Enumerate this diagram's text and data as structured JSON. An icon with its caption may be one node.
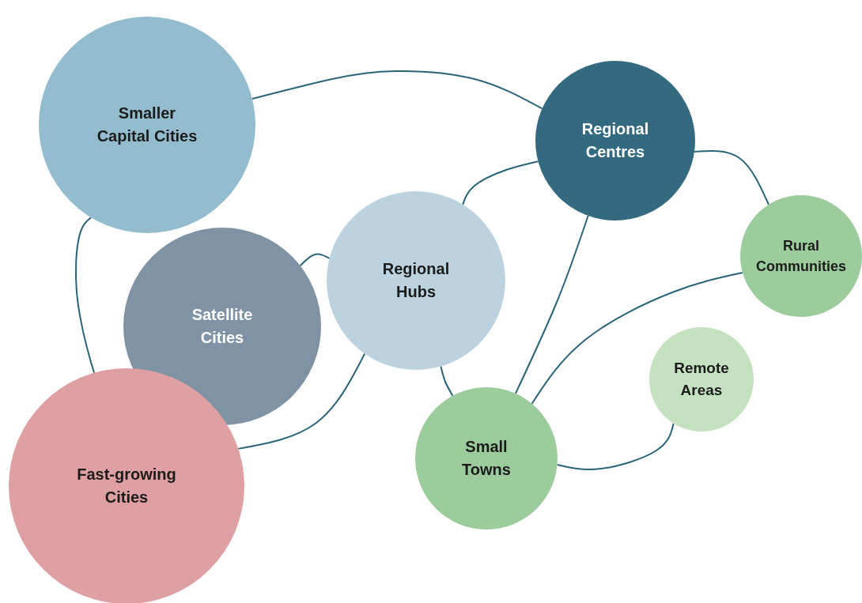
{
  "diagram": {
    "nodes": [
      {
        "text": [
          "Smaller Capital Cities"
        ]
      },
      {
        "text": [
          "Regional Centres"
        ]
      },
      {
        "text": [
          "Rural Communities"
        ]
      },
      {
        "text": [
          "Satellite Cities"
        ]
      },
      {
        "text": [
          "Regional Hubs"
        ]
      },
      {
        "text": [
          "Remote Areas"
        ]
      },
      {
        "text": [
          "Small Towns"
        ]
      },
      {
        "text": [
          "Fast-growing Cities"
        ]
      }
    ],
    "edges": [
      {
        "from": 0,
        "to": 1,
        "arrow": "none"
      },
      {
        "from": 0,
        "to": 7,
        "arrow": "none"
      },
      {
        "from": 1,
        "to": 2,
        "arrow": "none"
      },
      {
        "from": 1,
        "to": 4,
        "arrow": "none"
      },
      {
        "from": 1,
        "to": 6,
        "arrow": "none"
      },
      {
        "from": 3,
        "to": 4,
        "arrow": "none"
      },
      {
        "from": 4,
        "to": 7,
        "arrow": "none"
      },
      {
        "from": 4,
        "to": 6,
        "arrow": "none"
      },
      {
        "from": 2,
        "to": 6,
        "arrow": "none"
      },
      {
        "from": 6,
        "to": 5,
        "arrow": "none"
      }
    ]
  }
}
